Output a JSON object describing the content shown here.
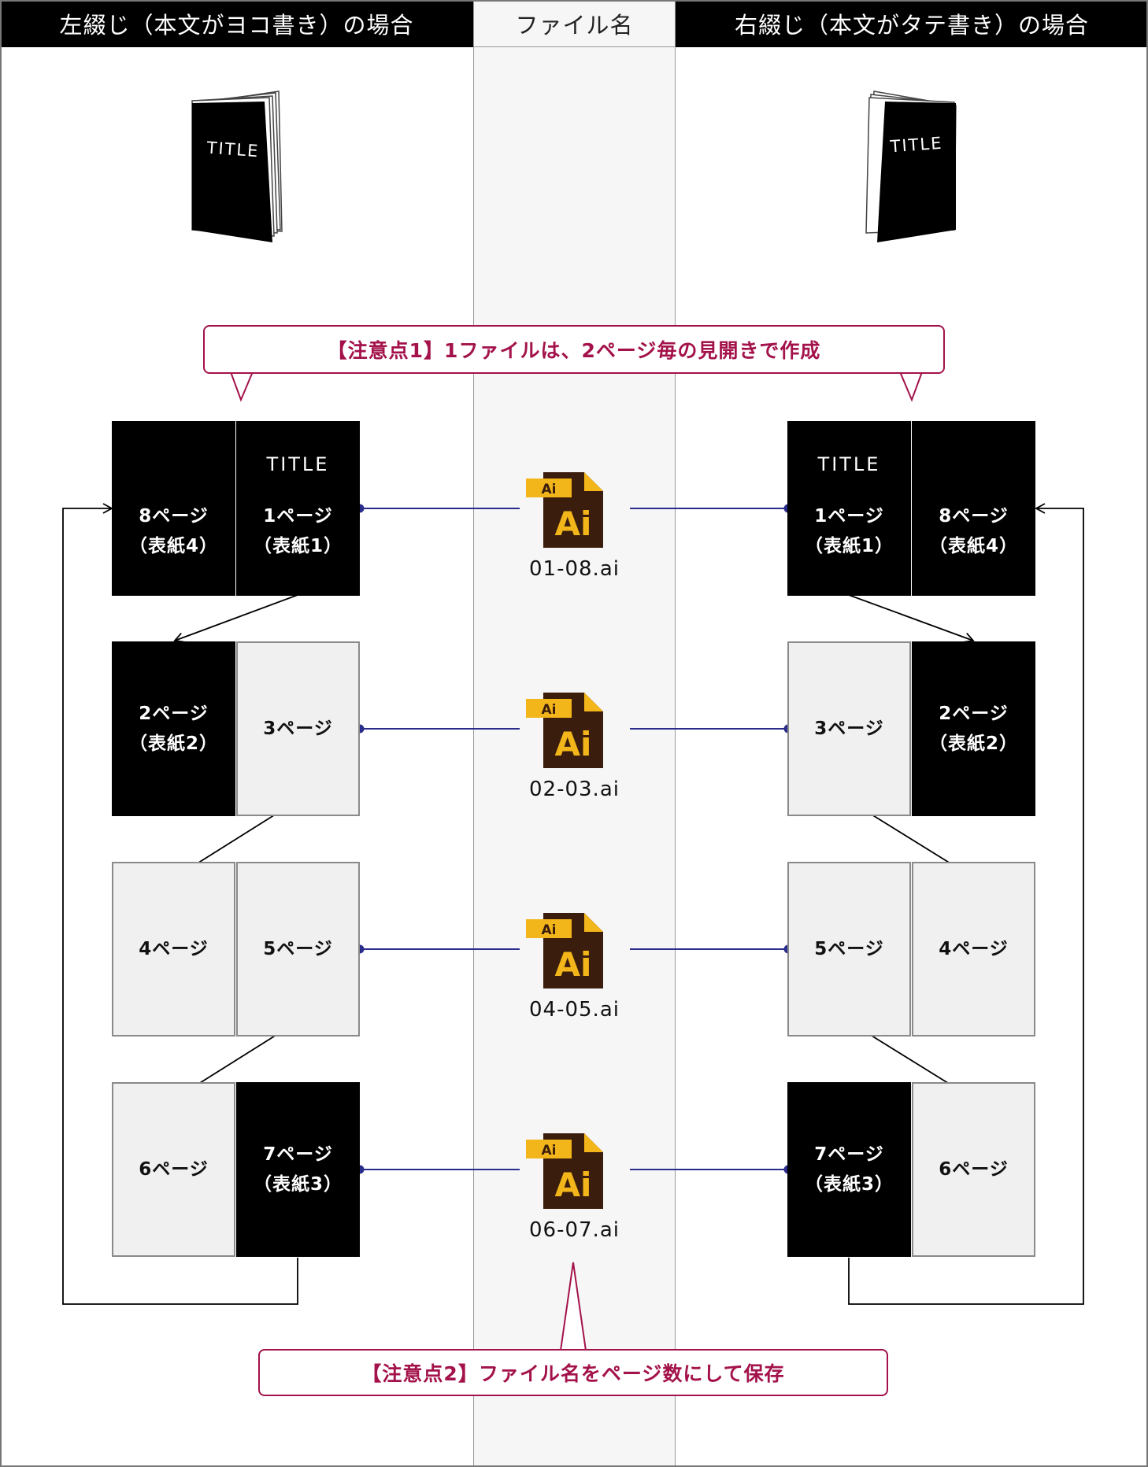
{
  "headers": {
    "left": "左綴じ（本文がヨコ書き）の場合",
    "center": "ファイル名",
    "right": "右綴じ（本文がタテ書き）の場合"
  },
  "book_cover_title": "TITLE",
  "callout1": "【注意点1】1ファイルは、2ページ毎の見開きで作成",
  "callout2": "【注意点2】ファイル名をページ数にして保存",
  "icon_badge": "Ai",
  "files": [
    "01-08.ai",
    "02-03.ai",
    "04-05.ai",
    "06-07.ai"
  ],
  "left_spreads": [
    [
      {
        "lines": [
          "8ページ",
          "（表紙4）"
        ],
        "color": "black"
      },
      {
        "title": "TITLE",
        "lines": [
          "1ページ",
          "（表紙1）"
        ],
        "color": "black"
      }
    ],
    [
      {
        "lines": [
          "2ページ",
          "（表紙2）"
        ],
        "color": "black"
      },
      {
        "lines": [
          "3ページ"
        ],
        "color": "white"
      }
    ],
    [
      {
        "lines": [
          "4ページ"
        ],
        "color": "white"
      },
      {
        "lines": [
          "5ページ"
        ],
        "color": "white"
      }
    ],
    [
      {
        "lines": [
          "6ページ"
        ],
        "color": "white"
      },
      {
        "lines": [
          "7ページ",
          "（表紙3）"
        ],
        "color": "black"
      }
    ]
  ],
  "right_spreads": [
    [
      {
        "title": "TITLE",
        "lines": [
          "1ページ",
          "（表紙1）"
        ],
        "color": "black"
      },
      {
        "lines": [
          "8ページ",
          "（表紙4）"
        ],
        "color": "black"
      }
    ],
    [
      {
        "lines": [
          "3ページ"
        ],
        "color": "white"
      },
      {
        "lines": [
          "2ページ",
          "（表紙2）"
        ],
        "color": "black"
      }
    ],
    [
      {
        "lines": [
          "5ページ"
        ],
        "color": "white"
      },
      {
        "lines": [
          "4ページ"
        ],
        "color": "white"
      }
    ],
    [
      {
        "lines": [
          "7ページ",
          "（表紙3）"
        ],
        "color": "black"
      },
      {
        "lines": [
          "6ページ"
        ],
        "color": "white"
      }
    ]
  ],
  "colors": {
    "connector": "#2b2d8c",
    "callout": "#a3124a",
    "icon_body": "#3a1d0c",
    "icon_accent": "#f3b61a"
  }
}
